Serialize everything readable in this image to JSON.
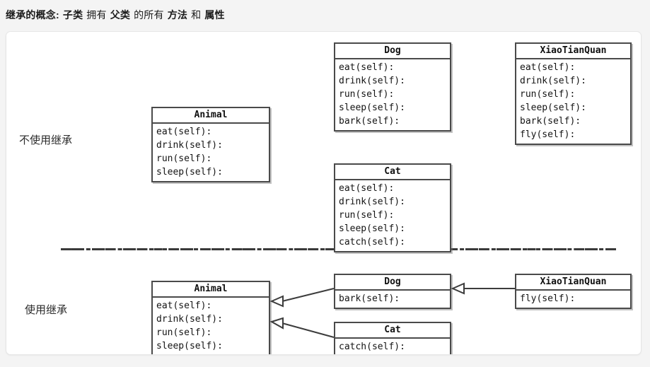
{
  "title": {
    "lead": "继承的概念:",
    "segments": [
      {
        "text": "子类",
        "bold": true
      },
      {
        "text": "拥有",
        "bold": false
      },
      {
        "text": "父类",
        "bold": true
      },
      {
        "text": "的所有",
        "bold": false
      },
      {
        "text": "方法",
        "bold": true
      },
      {
        "text": "和",
        "bold": false
      },
      {
        "text": "属性",
        "bold": true
      }
    ],
    "full": "继承的概念: 子类 拥有 父类 的所有 方法 和 属性"
  },
  "sections": {
    "no_inheritance_label": "不使用继承",
    "use_inheritance_label": "使用继承"
  },
  "colors": {
    "page_background": "#f4f4f4",
    "card_background": "#ffffff",
    "box_border": "#4a4a4a",
    "text": "#141414",
    "divider": "#3a3a3a"
  },
  "no_inheritance": {
    "boxes": [
      {
        "id": "animal",
        "name": "Animal",
        "members": [
          "eat(self):",
          "drink(self):",
          "run(self):",
          "sleep(self):"
        ]
      },
      {
        "id": "dog",
        "name": "Dog",
        "members": [
          "eat(self):",
          "drink(self):",
          "run(self):",
          "sleep(self):",
          "bark(self):"
        ]
      },
      {
        "id": "cat",
        "name": "Cat",
        "members": [
          "eat(self):",
          "drink(self):",
          "run(self):",
          "sleep(self):",
          "catch(self):"
        ]
      },
      {
        "id": "xiaotianquan",
        "name": "XiaoTianQuan",
        "members": [
          "eat(self):",
          "drink(self):",
          "run(self):",
          "sleep(self):",
          "bark(self):",
          "fly(self):"
        ]
      }
    ]
  },
  "use_inheritance": {
    "boxes": [
      {
        "id": "animal2",
        "name": "Animal",
        "members": [
          "eat(self):",
          "drink(self):",
          "run(self):",
          "sleep(self):"
        ]
      },
      {
        "id": "dog2",
        "name": "Dog",
        "members": [
          "bark(self):"
        ]
      },
      {
        "id": "cat2",
        "name": "Cat",
        "members": [
          "catch(self):"
        ]
      },
      {
        "id": "xiaotianquan2",
        "name": "XiaoTianQuan",
        "members": [
          "fly(self):"
        ]
      }
    ],
    "relations": [
      {
        "from": "Dog",
        "to": "Animal",
        "kind": "inheritance"
      },
      {
        "from": "Cat",
        "to": "Animal",
        "kind": "inheritance"
      },
      {
        "from": "XiaoTianQuan",
        "to": "Dog",
        "kind": "inheritance"
      }
    ]
  }
}
